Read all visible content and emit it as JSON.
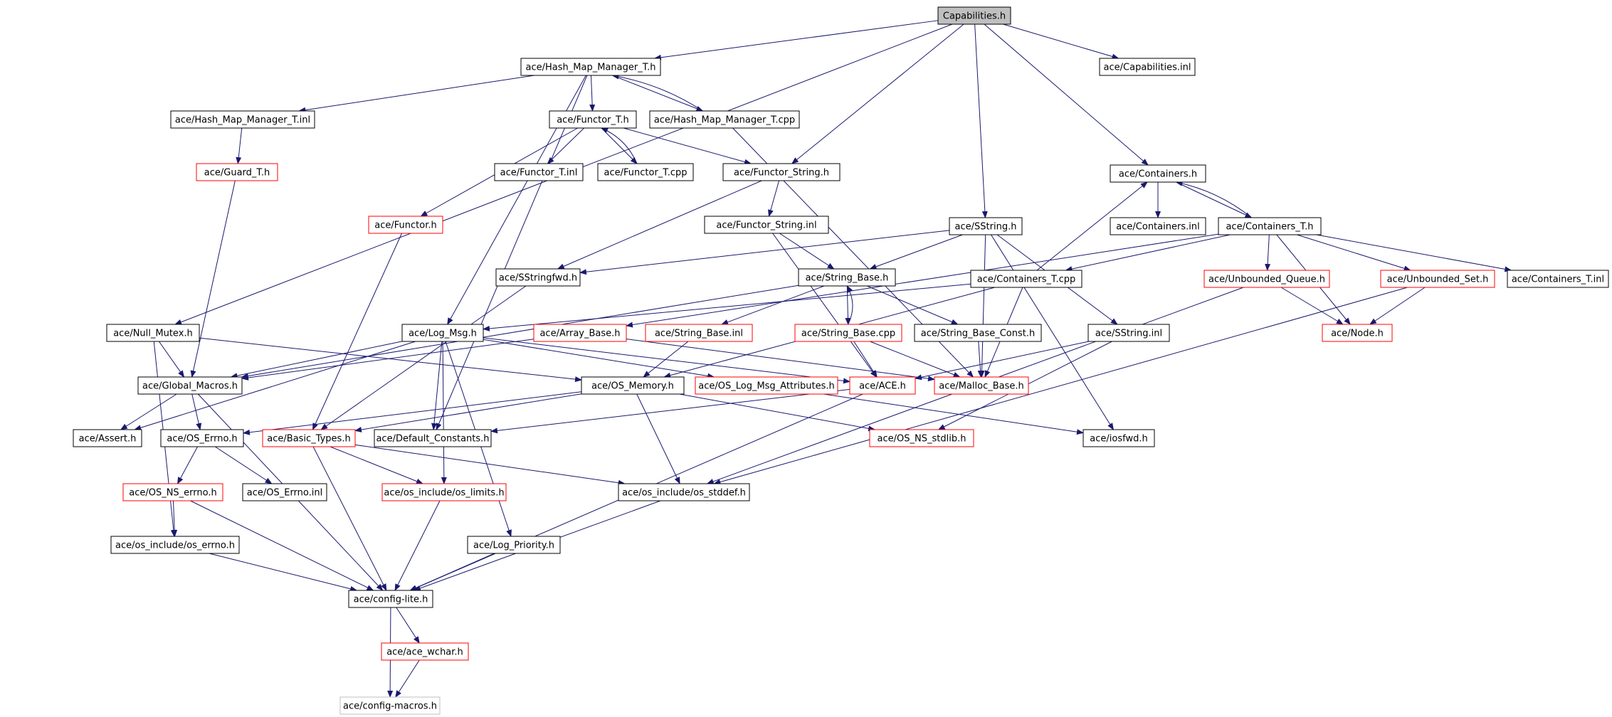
{
  "colors": {
    "edge": "#191970",
    "border_default": "#000000",
    "border_incomplete": "#ff0000",
    "border_external": "#bfbfbf",
    "fill_root": "#bfbfbf",
    "fill_default": "#ffffff"
  },
  "graph": {
    "nodes": [
      {
        "id": "capabilities_h",
        "label": "Capabilities.h",
        "style": "root"
      },
      {
        "id": "hash_map_manager_t_h",
        "label": "ace/Hash_Map_Manager_T.h",
        "style": "default"
      },
      {
        "id": "capabilities_inl",
        "label": "ace/Capabilities.inl",
        "style": "default"
      },
      {
        "id": "hash_map_manager_t_inl",
        "label": "ace/Hash_Map_Manager_T.inl",
        "style": "default"
      },
      {
        "id": "functor_t_h",
        "label": "ace/Functor_T.h",
        "style": "default"
      },
      {
        "id": "hash_map_manager_t_cpp",
        "label": "ace/Hash_Map_Manager_T.cpp",
        "style": "default"
      },
      {
        "id": "guard_t_h",
        "label": "ace/Guard_T.h",
        "style": "incomplete"
      },
      {
        "id": "functor_t_inl",
        "label": "ace/Functor_T.inl",
        "style": "default"
      },
      {
        "id": "functor_t_cpp",
        "label": "ace/Functor_T.cpp",
        "style": "default"
      },
      {
        "id": "functor_string_h",
        "label": "ace/Functor_String.h",
        "style": "default"
      },
      {
        "id": "containers_h",
        "label": "ace/Containers.h",
        "style": "default"
      },
      {
        "id": "functor_h",
        "label": "ace/Functor.h",
        "style": "incomplete"
      },
      {
        "id": "functor_string_inl",
        "label": "ace/Functor_String.inl",
        "style": "default"
      },
      {
        "id": "sstring_h",
        "label": "ace/SString.h",
        "style": "default"
      },
      {
        "id": "containers_inl",
        "label": "ace/Containers.inl",
        "style": "default"
      },
      {
        "id": "containers_t_h",
        "label": "ace/Containers_T.h",
        "style": "default"
      },
      {
        "id": "sstringfwd_h",
        "label": "ace/SStringfwd.h",
        "style": "default"
      },
      {
        "id": "string_base_h",
        "label": "ace/String_Base.h",
        "style": "default"
      },
      {
        "id": "containers_t_cpp",
        "label": "ace/Containers_T.cpp",
        "style": "default"
      },
      {
        "id": "unbounded_queue_h",
        "label": "ace/Unbounded_Queue.h",
        "style": "incomplete"
      },
      {
        "id": "unbounded_set_h",
        "label": "ace/Unbounded_Set.h",
        "style": "incomplete"
      },
      {
        "id": "containers_t_inl",
        "label": "ace/Containers_T.inl",
        "style": "default"
      },
      {
        "id": "null_mutex_h",
        "label": "ace/Null_Mutex.h",
        "style": "default"
      },
      {
        "id": "log_msg_h",
        "label": "ace/Log_Msg.h",
        "style": "default"
      },
      {
        "id": "array_base_h",
        "label": "ace/Array_Base.h",
        "style": "incomplete"
      },
      {
        "id": "string_base_inl",
        "label": "ace/String_Base.inl",
        "style": "incomplete"
      },
      {
        "id": "string_base_cpp",
        "label": "ace/String_Base.cpp",
        "style": "incomplete"
      },
      {
        "id": "string_base_const_h",
        "label": "ace/String_Base_Const.h",
        "style": "default"
      },
      {
        "id": "sstring_inl",
        "label": "ace/SString.inl",
        "style": "default"
      },
      {
        "id": "node_h",
        "label": "ace/Node.h",
        "style": "incomplete"
      },
      {
        "id": "global_macros_h",
        "label": "ace/Global_Macros.h",
        "style": "default"
      },
      {
        "id": "os_memory_h",
        "label": "ace/OS_Memory.h",
        "style": "default"
      },
      {
        "id": "os_log_msg_attributes_h",
        "label": "ace/OS_Log_Msg_Attributes.h",
        "style": "incomplete"
      },
      {
        "id": "ace_h",
        "label": "ace/ACE.h",
        "style": "incomplete"
      },
      {
        "id": "malloc_base_h",
        "label": "ace/Malloc_Base.h",
        "style": "incomplete"
      },
      {
        "id": "assert_h",
        "label": "ace/Assert.h",
        "style": "default"
      },
      {
        "id": "os_errno_h",
        "label": "ace/OS_Errno.h",
        "style": "default"
      },
      {
        "id": "basic_types_h",
        "label": "ace/Basic_Types.h",
        "style": "incomplete"
      },
      {
        "id": "default_constants_h",
        "label": "ace/Default_Constants.h",
        "style": "default"
      },
      {
        "id": "os_ns_stdlib_h",
        "label": "ace/OS_NS_stdlib.h",
        "style": "incomplete"
      },
      {
        "id": "iosfwd_h",
        "label": "ace/iosfwd.h",
        "style": "default"
      },
      {
        "id": "os_ns_errno_h",
        "label": "ace/OS_NS_errno.h",
        "style": "incomplete"
      },
      {
        "id": "os_errno_inl",
        "label": "ace/OS_Errno.inl",
        "style": "default"
      },
      {
        "id": "os_include_os_limits_h",
        "label": "ace/os_include/os_limits.h",
        "style": "incomplete"
      },
      {
        "id": "os_include_os_stddef_h",
        "label": "ace/os_include/os_stddef.h",
        "style": "default"
      },
      {
        "id": "os_include_os_errno_h",
        "label": "ace/os_include/os_errno.h",
        "style": "default"
      },
      {
        "id": "log_priority_h",
        "label": "ace/Log_Priority.h",
        "style": "default"
      },
      {
        "id": "config_lite_h",
        "label": "ace/config-lite.h",
        "style": "default"
      },
      {
        "id": "ace_wchar_h",
        "label": "ace/ace_wchar.h",
        "style": "incomplete"
      },
      {
        "id": "config_macros_h",
        "label": "ace/config-macros.h",
        "style": "external"
      }
    ],
    "edges": [
      [
        "capabilities_h",
        "hash_map_manager_t_h"
      ],
      [
        "capabilities_h",
        "capabilities_inl"
      ],
      [
        "capabilities_h",
        "functor_string_h"
      ],
      [
        "capabilities_h",
        "containers_h"
      ],
      [
        "capabilities_h",
        "sstring_h"
      ],
      [
        "capabilities_h",
        "null_mutex_h"
      ],
      [
        "hash_map_manager_t_h",
        "hash_map_manager_t_inl"
      ],
      [
        "hash_map_manager_t_h",
        "functor_t_h"
      ],
      [
        "hash_map_manager_t_h",
        "hash_map_manager_t_cpp"
      ],
      [
        "hash_map_manager_t_h",
        "log_msg_h"
      ],
      [
        "hash_map_manager_t_h",
        "default_constants_h"
      ],
      [
        "hash_map_manager_t_cpp",
        "hash_map_manager_t_h"
      ],
      [
        "hash_map_manager_t_cpp",
        "malloc_base_h"
      ],
      [
        "hash_map_manager_t_inl",
        "guard_t_h"
      ],
      [
        "guard_t_h",
        "global_macros_h"
      ],
      [
        "functor_t_h",
        "functor_t_inl"
      ],
      [
        "functor_t_h",
        "functor_t_cpp"
      ],
      [
        "functor_t_h",
        "functor_h"
      ],
      [
        "functor_t_h",
        "functor_string_h"
      ],
      [
        "functor_t_cpp",
        "functor_t_h"
      ],
      [
        "functor_h",
        "basic_types_h"
      ],
      [
        "functor_string_h",
        "functor_string_inl"
      ],
      [
        "functor_string_h",
        "sstringfwd_h"
      ],
      [
        "functor_string_inl",
        "string_base_h"
      ],
      [
        "functor_string_inl",
        "ace_h"
      ],
      [
        "containers_h",
        "containers_inl"
      ],
      [
        "containers_h",
        "containers_t_h"
      ],
      [
        "containers_t_h",
        "containers_h"
      ],
      [
        "containers_t_h",
        "unbounded_queue_h"
      ],
      [
        "containers_t_h",
        "unbounded_set_h"
      ],
      [
        "containers_t_h",
        "containers_t_inl"
      ],
      [
        "containers_t_h",
        "containers_t_cpp"
      ],
      [
        "containers_t_h",
        "node_h"
      ],
      [
        "containers_t_h",
        "array_base_h"
      ],
      [
        "containers_t_cpp",
        "containers_h"
      ],
      [
        "containers_t_cpp",
        "malloc_base_h"
      ],
      [
        "containers_t_cpp",
        "log_msg_h"
      ],
      [
        "containers_t_cpp",
        "os_memory_h"
      ],
      [
        "unbounded_queue_h",
        "node_h"
      ],
      [
        "unbounded_queue_h",
        "os_include_os_stddef_h"
      ],
      [
        "unbounded_set_h",
        "node_h"
      ],
      [
        "unbounded_set_h",
        "os_include_os_stddef_h"
      ],
      [
        "sstring_h",
        "sstringfwd_h"
      ],
      [
        "sstring_h",
        "string_base_h"
      ],
      [
        "sstring_h",
        "sstring_inl"
      ],
      [
        "sstring_h",
        "iosfwd_h"
      ],
      [
        "sstring_h",
        "malloc_base_h"
      ],
      [
        "sstring_inl",
        "ace_h"
      ],
      [
        "sstring_inl",
        "os_ns_stdlib_h"
      ],
      [
        "sstringfwd_h",
        "basic_types_h"
      ],
      [
        "string_base_h",
        "string_base_inl"
      ],
      [
        "string_base_h",
        "string_base_cpp"
      ],
      [
        "string_base_h",
        "string_base_const_h"
      ],
      [
        "string_base_h",
        "global_macros_h"
      ],
      [
        "string_base_cpp",
        "string_base_h"
      ],
      [
        "string_base_cpp",
        "ace_h"
      ],
      [
        "string_base_cpp",
        "malloc_base_h"
      ],
      [
        "string_base_inl",
        "os_memory_h"
      ],
      [
        "string_base_const_h",
        "malloc_base_h"
      ],
      [
        "array_base_h",
        "global_macros_h"
      ],
      [
        "array_base_h",
        "malloc_base_h"
      ],
      [
        "null_mutex_h",
        "global_macros_h"
      ],
      [
        "null_mutex_h",
        "os_memory_h"
      ],
      [
        "null_mutex_h",
        "os_include_os_errno_h"
      ],
      [
        "log_msg_h",
        "global_macros_h"
      ],
      [
        "log_msg_h",
        "default_constants_h"
      ],
      [
        "log_msg_h",
        "log_priority_h"
      ],
      [
        "log_msg_h",
        "os_log_msg_attributes_h"
      ],
      [
        "log_msg_h",
        "os_include_os_limits_h"
      ],
      [
        "log_msg_h",
        "ace_h"
      ],
      [
        "log_msg_h",
        "assert_h"
      ],
      [
        "global_macros_h",
        "assert_h"
      ],
      [
        "global_macros_h",
        "os_errno_h"
      ],
      [
        "global_macros_h",
        "config_lite_h"
      ],
      [
        "os_memory_h",
        "os_errno_h"
      ],
      [
        "os_memory_h",
        "basic_types_h"
      ],
      [
        "os_memory_h",
        "os_ns_stdlib_h"
      ],
      [
        "os_memory_h",
        "os_include_os_stddef_h"
      ],
      [
        "os_log_msg_attributes_h",
        "iosfwd_h"
      ],
      [
        "ace_h",
        "default_constants_h"
      ],
      [
        "ace_h",
        "config_lite_h"
      ],
      [
        "os_errno_h",
        "os_ns_errno_h"
      ],
      [
        "os_errno_h",
        "os_errno_inl"
      ],
      [
        "os_ns_errno_h",
        "os_include_os_errno_h"
      ],
      [
        "os_ns_errno_h",
        "config_lite_h"
      ],
      [
        "basic_types_h",
        "os_include_os_limits_h"
      ],
      [
        "basic_types_h",
        "os_include_os_stddef_h"
      ],
      [
        "basic_types_h",
        "config_lite_h"
      ],
      [
        "os_include_os_limits_h",
        "config_lite_h"
      ],
      [
        "os_include_os_stddef_h",
        "config_lite_h"
      ],
      [
        "os_include_os_errno_h",
        "config_lite_h"
      ],
      [
        "log_priority_h",
        "config_lite_h"
      ],
      [
        "config_lite_h",
        "ace_wchar_h"
      ],
      [
        "config_lite_h",
        "config_macros_h"
      ],
      [
        "ace_wchar_h",
        "config_macros_h"
      ]
    ]
  }
}
